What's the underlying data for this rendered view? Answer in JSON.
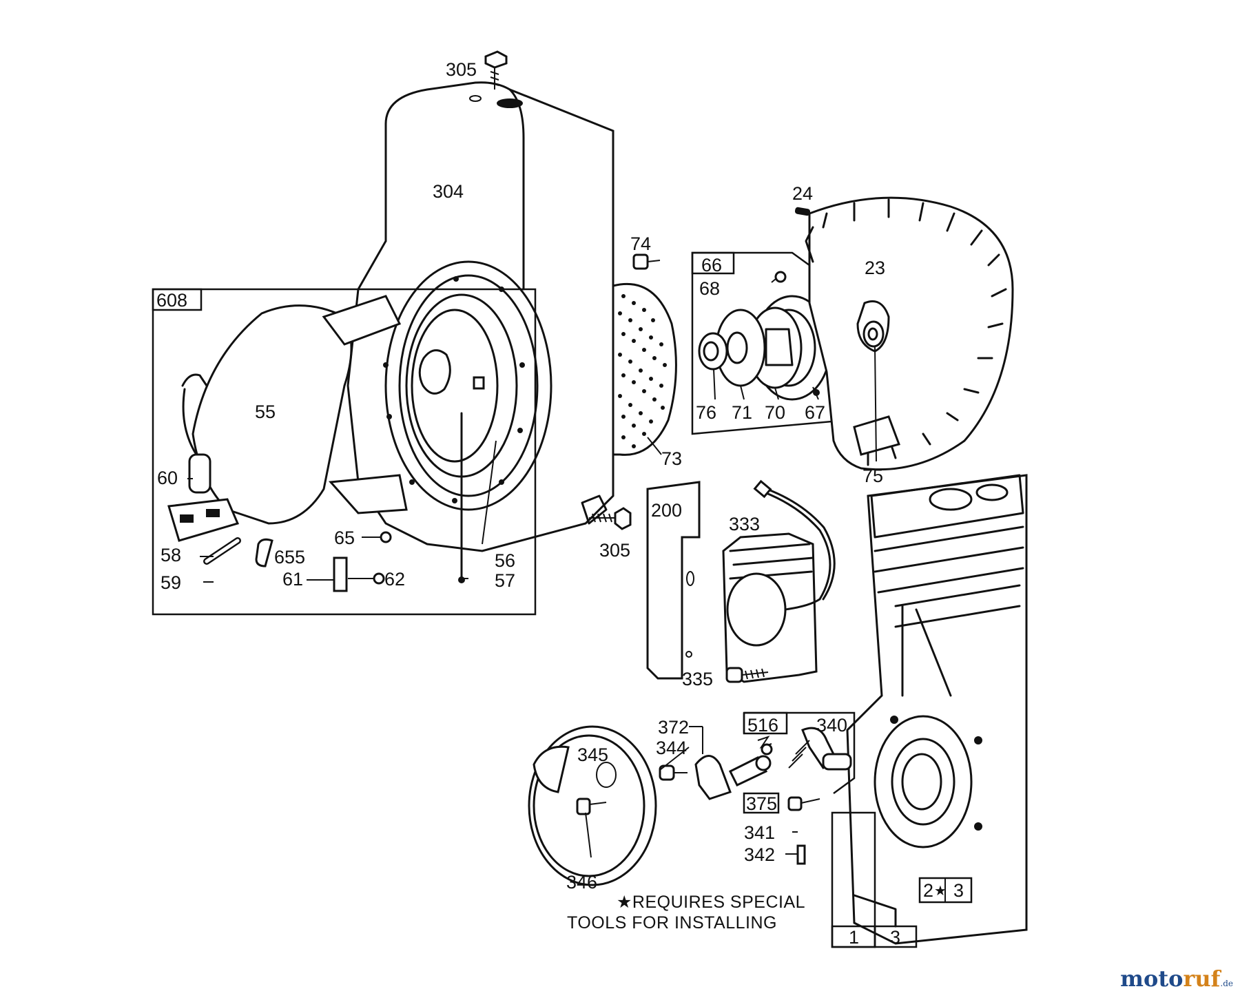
{
  "labels": {
    "p305_top": "305",
    "p304": "304",
    "p608": "608",
    "p55": "55",
    "p60": "60",
    "p58": "58",
    "p59": "59",
    "p655": "655",
    "p65": "65",
    "p61": "61",
    "p62": "62",
    "p56": "56",
    "p57": "57",
    "p74": "74",
    "p73": "73",
    "p305_mid": "305",
    "p66": "66",
    "p68": "68",
    "p76": "76",
    "p71": "71",
    "p70": "70",
    "p67": "67",
    "p24": "24",
    "p23": "23",
    "p75": "75",
    "p200": "200",
    "p333": "333",
    "p335": "335",
    "p372": "372",
    "p344": "344",
    "p345": "345",
    "p346": "346",
    "p516": "516",
    "p340": "340",
    "p375": "375",
    "p341": "341",
    "p342": "342",
    "p2": "2",
    "p3a": "3",
    "p3b": "3",
    "p1": "1",
    "star": "★"
  },
  "note": {
    "line1": "★REQUIRES SPECIAL",
    "line2": "TOOLS FOR INSTALLING"
  },
  "logo": {
    "part1": "moto",
    "part2": "ruf",
    "part3": ".de"
  }
}
